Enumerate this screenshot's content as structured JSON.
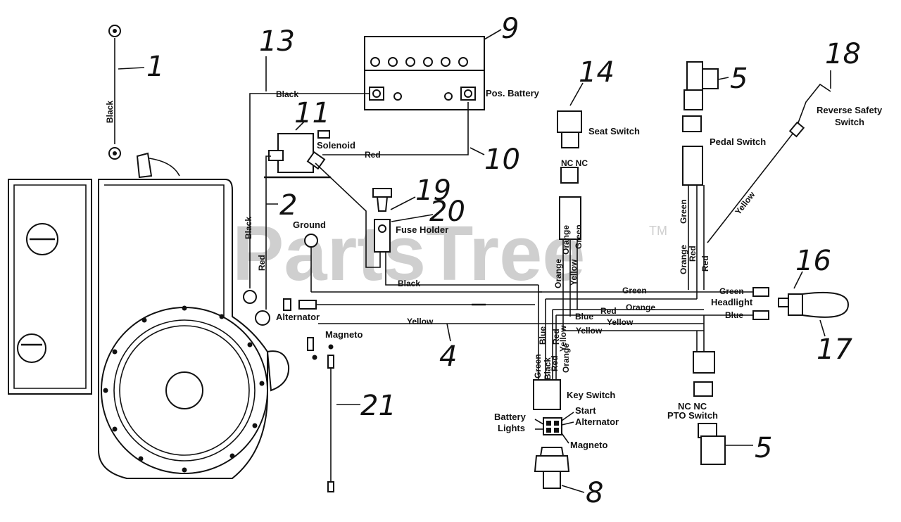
{
  "watermark": {
    "text": "PartsTree",
    "tm": "TM"
  },
  "callouts": {
    "n1": "1",
    "n2": "2",
    "n4": "4",
    "n5a": "5",
    "n5b": "5",
    "n8": "8",
    "n9": "9",
    "n10": "10",
    "n11": "11",
    "n13": "13",
    "n14": "14",
    "n16": "16",
    "n17": "17",
    "n18": "18",
    "n19": "19",
    "n20": "20",
    "n21": "21"
  },
  "labels": {
    "pos_battery": "Pos. Battery",
    "solenoid": "Solenoid",
    "ground": "Ground",
    "fuse_holder": "Fuse Holder",
    "alternator": "Alternator",
    "magneto": "Magneto",
    "seat_switch": "Seat Switch",
    "pedal_switch": "Pedal Switch",
    "reverse_safety_1": "Reverse Safety",
    "reverse_safety_2": "Switch",
    "headlight": "Headlight",
    "key_switch": "Key Switch",
    "start": "Start",
    "alternator_term": "Alternator",
    "battery": "Battery",
    "lights": "Lights",
    "magneto_term": "Magneto",
    "nc_nc": "NC NC",
    "pto_switch": "PTO Switch",
    "nc_small": "NC NC"
  },
  "wires": {
    "black": "Black",
    "red": "Red",
    "yellow": "Yellow",
    "green": "Green",
    "orange": "Orange",
    "blue": "Blue"
  }
}
